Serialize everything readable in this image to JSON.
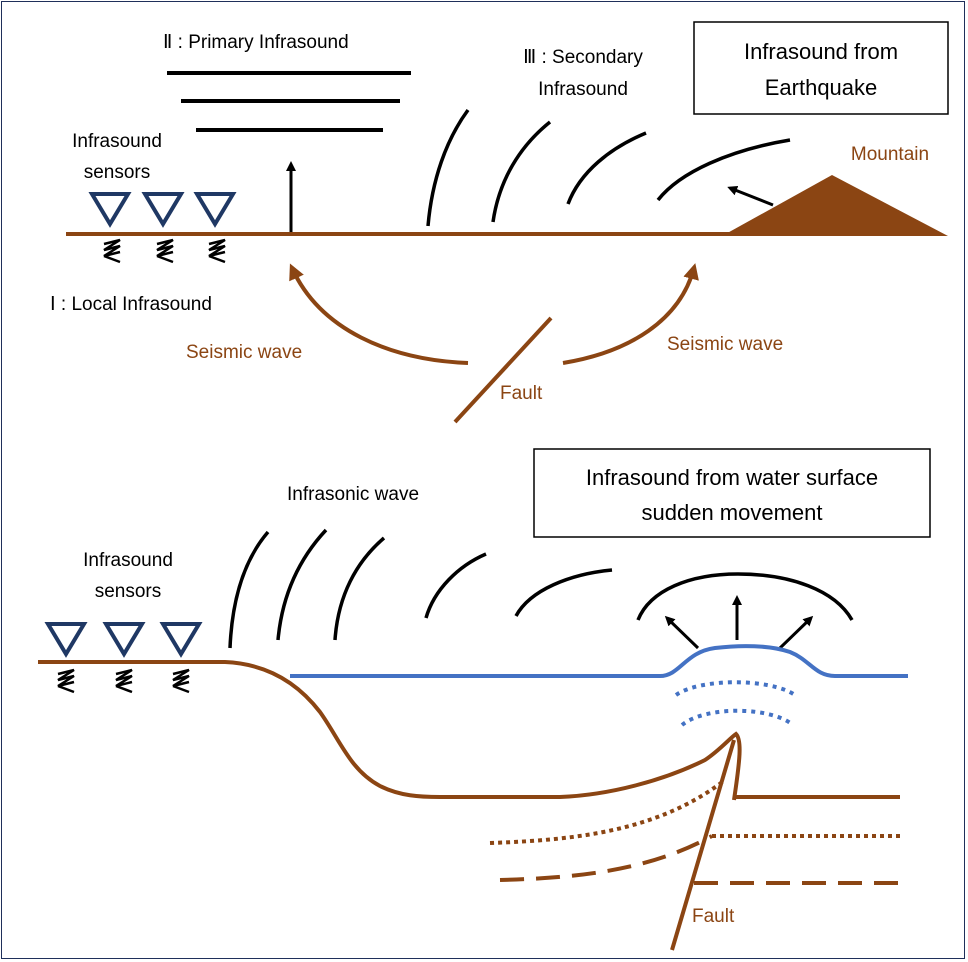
{
  "colors": {
    "ground": "#8b4513",
    "water": "#4472c4",
    "sensor": "#1f3864",
    "ink": "#000000",
    "label_brown": "#8b4513"
  },
  "top_panel": {
    "title_line1": "Infrasound from",
    "title_line2": "Earthquake",
    "primary_label": "Ⅱ : Primary Infrasound",
    "secondary_label_line1": "Ⅲ : Secondary",
    "secondary_label_line2": "Infrasound",
    "sensors_label_line1": "Infrasound",
    "sensors_label_line2": "sensors",
    "local_label": "Ⅰ : Local Infrasound",
    "mountain_label": "Mountain",
    "seismic_left": "Seismic wave",
    "seismic_right": "Seismic wave",
    "fault_label": "Fault"
  },
  "bottom_panel": {
    "title_line1": "Infrasound from water surface",
    "title_line2": "sudden movement",
    "wave_label": "Infrasonic wave",
    "sensors_label_line1": "Infrasound",
    "sensors_label_line2": "sensors",
    "fault_label": "Fault"
  }
}
